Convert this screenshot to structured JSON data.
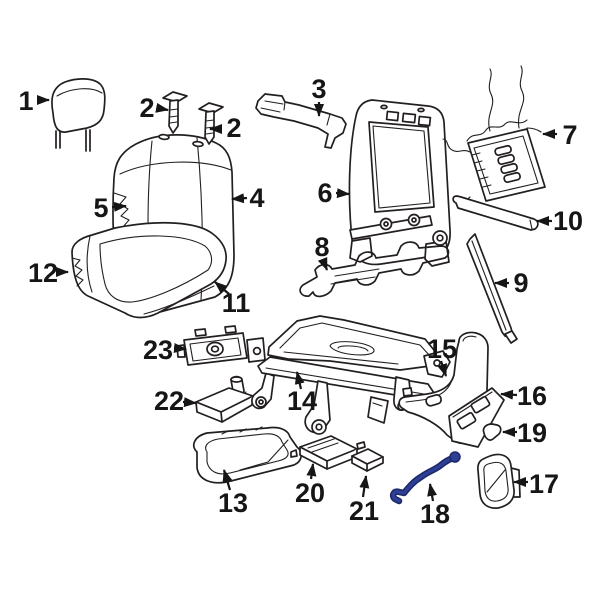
{
  "diagram": {
    "colors": {
      "background": "#ffffff",
      "line": "#231f20",
      "label": "#161616",
      "highlight": "#2f3f96",
      "highlight_outline": "#1d2a6b"
    },
    "labels": [
      "1",
      "2",
      "2",
      "3",
      "4",
      "5",
      "6",
      "7",
      "8",
      "9",
      "10",
      "11",
      "12",
      "13",
      "14",
      "15",
      "16",
      "17",
      "18",
      "19",
      "20",
      "21",
      "22",
      "23"
    ]
  }
}
